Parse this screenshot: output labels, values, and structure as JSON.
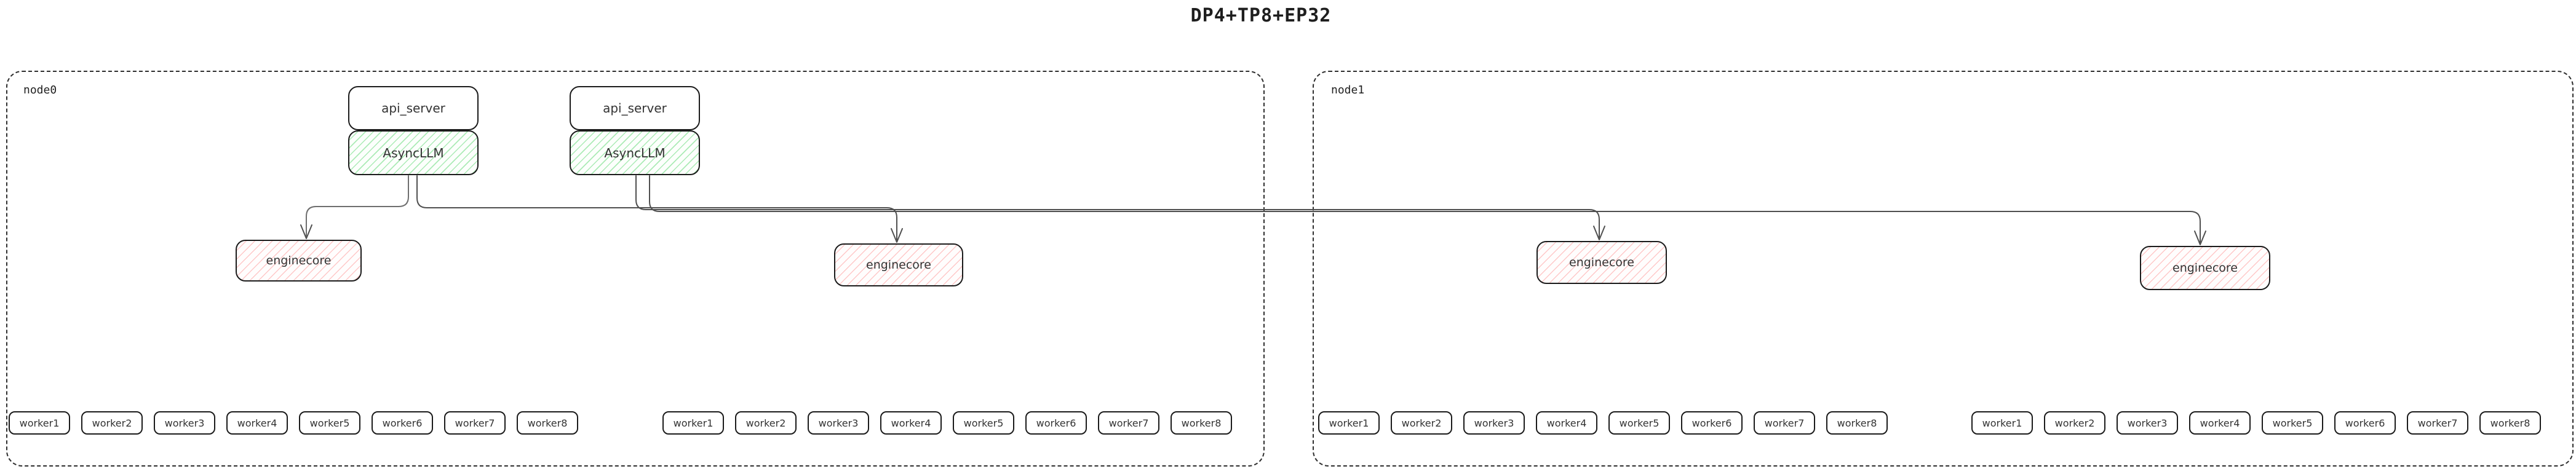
{
  "title": "DP4+TP8+EP32",
  "colors": {
    "background": "#ffffff",
    "box_border": "#1b1b1b",
    "node_border_dashed": "#2e2e2e",
    "green_hatch": "#69db7c",
    "red_hatch": "#ff8787",
    "connector": "#4f4f4f",
    "text": "#333333"
  },
  "nodes": [
    {
      "label": "node0",
      "api_servers": [
        {
          "api_server": "api_server",
          "async_llm": "AsyncLLM"
        },
        {
          "api_server": "api_server",
          "async_llm": "AsyncLLM"
        }
      ],
      "engine_cores": [
        "enginecore",
        "enginecore"
      ],
      "worker_groups": [
        [
          "worker1",
          "worker2",
          "worker3",
          "worker4",
          "worker5",
          "worker6",
          "worker7",
          "worker8"
        ],
        [
          "worker1",
          "worker2",
          "worker3",
          "worker4",
          "worker5",
          "worker6",
          "worker7",
          "worker8"
        ]
      ]
    },
    {
      "label": "node1",
      "engine_cores": [
        "enginecore",
        "enginecore"
      ],
      "worker_groups": [
        [
          "worker1",
          "worker2",
          "worker3",
          "worker4",
          "worker5",
          "worker6",
          "worker7",
          "worker8"
        ],
        [
          "worker1",
          "worker2",
          "worker3",
          "worker4",
          "worker5",
          "worker6",
          "worker7",
          "worker8"
        ]
      ]
    }
  ]
}
